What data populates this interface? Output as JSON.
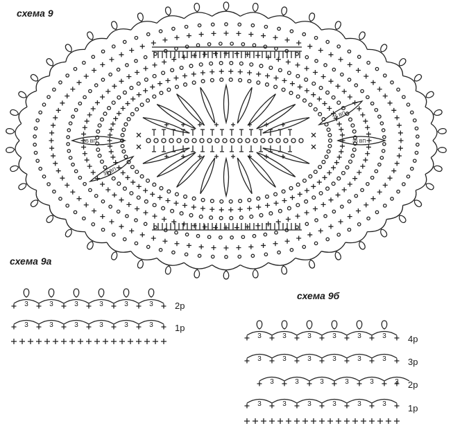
{
  "titles": {
    "main": "схема 9",
    "a": "схема 9а",
    "b": "схема 9б"
  },
  "chain_labels": [
    "35 ВП",
    "35 ВП",
    "35 ВП",
    "35 ВП"
  ],
  "loop_count_label": "3",
  "scheme_a": {
    "row_labels": [
      "2р",
      "1р"
    ]
  },
  "scheme_b": {
    "row_labels": [
      "4р",
      "3р",
      "2р",
      "1р"
    ]
  }
}
